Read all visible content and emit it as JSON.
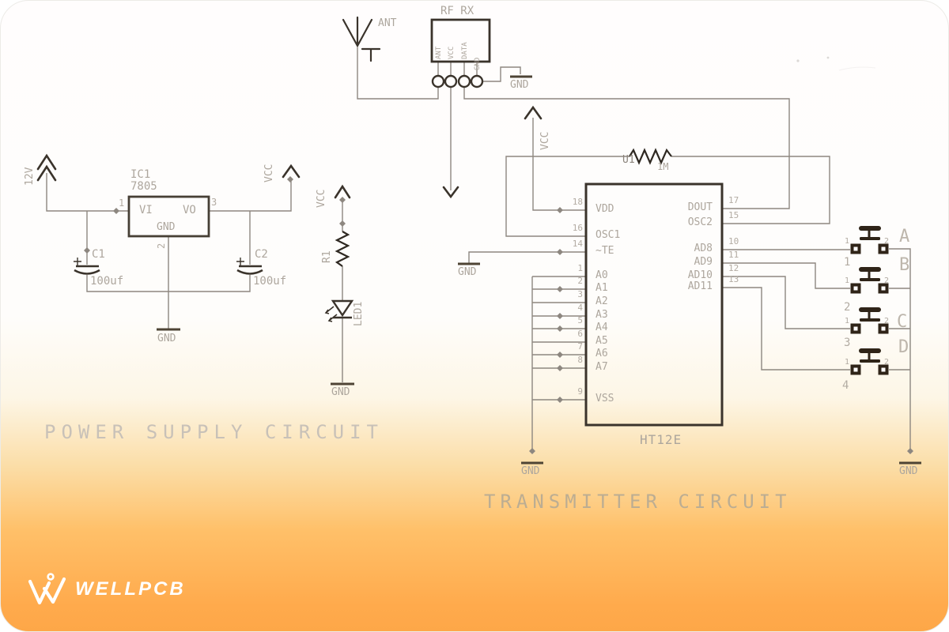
{
  "rf_module": {
    "title": "RF RX",
    "ant_label": "ANT",
    "pin_labels": [
      "ANT",
      "VCC",
      "DATA",
      "GND"
    ],
    "gnd": "GND"
  },
  "power": {
    "caption": "POWER SUPPLY CIRCUIT",
    "input": "12V",
    "vcc": "VCC",
    "ic_ref": "IC1",
    "ic_part": "7805",
    "pin_vi": "VI",
    "pin_vo": "VO",
    "pin_gnd": "GND",
    "pin1": "1",
    "pin2": "2",
    "pin3": "3",
    "c1_ref": "C1",
    "c1_val": "100uf",
    "c2_ref": "C2",
    "c2_val": "100uf",
    "gnd": "GND"
  },
  "led_branch": {
    "vcc": "VCC",
    "r_ref": "R1",
    "led_ref": "LED1",
    "gnd": "GND"
  },
  "encoder": {
    "caption": "TRANSMITTER CIRCUIT",
    "title": "HT12E",
    "vcc": "VCC",
    "res_ref": "U1",
    "res_val": "1M",
    "te_gnd": "GND",
    "bus_gnd": "GND",
    "left_pins": [
      {
        "num": "18",
        "name": "VDD"
      },
      {
        "num": "16",
        "name": "OSC1"
      },
      {
        "num": "14",
        "name": "~TE"
      },
      {
        "num": "1",
        "name": "A0"
      },
      {
        "num": "2",
        "name": "A1"
      },
      {
        "num": "3",
        "name": "A2"
      },
      {
        "num": "4",
        "name": "A3"
      },
      {
        "num": "5",
        "name": "A4"
      },
      {
        "num": "6",
        "name": "A5"
      },
      {
        "num": "7",
        "name": "A6"
      },
      {
        "num": "8",
        "name": "A7"
      },
      {
        "num": "9",
        "name": "VSS"
      }
    ],
    "right_pins": [
      {
        "num": "17",
        "name": "DOUT"
      },
      {
        "num": "15",
        "name": "OSC2"
      },
      {
        "num": "10",
        "name": "AD8"
      },
      {
        "num": "11",
        "name": "AD9"
      },
      {
        "num": "12",
        "name": "AD10"
      },
      {
        "num": "13",
        "name": "AD11"
      }
    ]
  },
  "buttons": {
    "gnd": "GND",
    "items": [
      {
        "label": "A",
        "pin_l": "1",
        "pin_r": "2",
        "wire": "1"
      },
      {
        "label": "B",
        "pin_l": "1",
        "pin_r": "2",
        "wire": "2"
      },
      {
        "label": "C",
        "pin_l": "1",
        "pin_r": "2",
        "wire": "3"
      },
      {
        "label": "D",
        "pin_l": "1",
        "pin_r": "2",
        "wire": "4"
      }
    ]
  },
  "logo": {
    "brand": "WELLPCB"
  },
  "colors": {
    "wire": "#8d8780",
    "outline": "#3a332b",
    "label": "#ada69d",
    "accent_orange": "#ffa94b"
  }
}
